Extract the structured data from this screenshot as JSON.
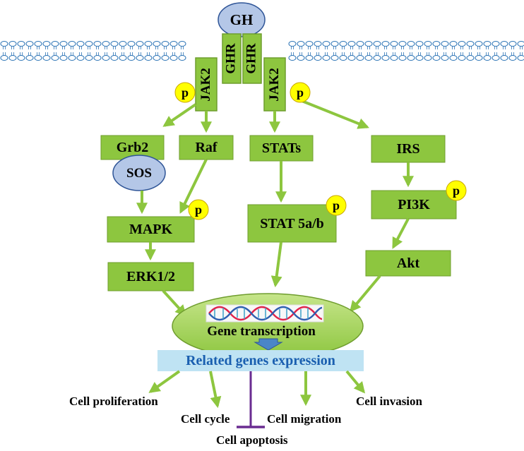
{
  "ligand": "GH",
  "receptor_label": "GHR",
  "kinase_label": "JAK2",
  "phospho_label": "p",
  "adaptors": {
    "grb2": "Grb2",
    "sos": "SOS",
    "raf": "Raf",
    "irs": "IRS"
  },
  "mapk_branch": {
    "mapk": "MAPK",
    "erk": "ERK1/2"
  },
  "stat_branch": {
    "stats": "STATs",
    "stat5": "STAT 5a/b"
  },
  "pi3k_branch": {
    "pi3k": "PI3K",
    "akt": "Akt"
  },
  "nucleus": {
    "label": "Gene transcription"
  },
  "expression_bar": {
    "label": "Related genes expression"
  },
  "outcomes": {
    "proliferation": "Cell proliferation",
    "cycle": "Cell cycle",
    "migration": "Cell migration",
    "invasion": "Cell invasion",
    "apoptosis": "Cell apoptosis"
  },
  "colors": {
    "box_fill": "#8dc63f",
    "box_stroke": "#6f9d2e",
    "arrow": "#8dc63f",
    "oval_fill": "#b4c7e7",
    "oval_stroke": "#2f5597",
    "phospho_fill": "#ffff00",
    "phospho_stroke": "#c9a800",
    "expression_fill": "#bfe3f3",
    "expression_text": "#1a5fb0",
    "inhibit": "#6a2c91",
    "membrane": "#2e75b6"
  }
}
